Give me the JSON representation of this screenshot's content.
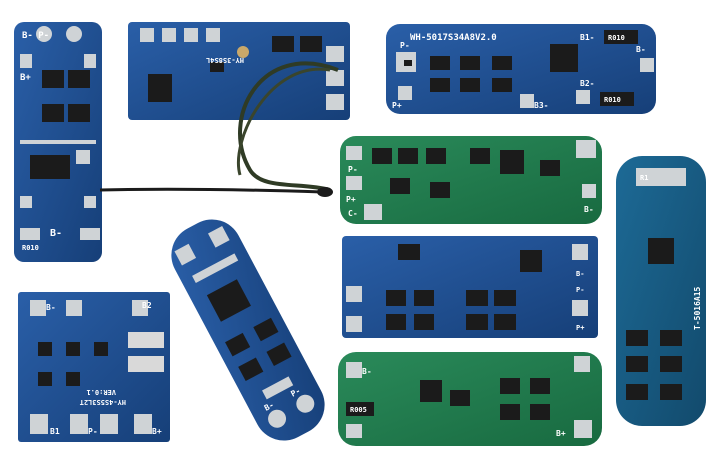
{
  "colors": {
    "background": "#ffffff",
    "pcb_blue": "#1c4f93",
    "pcb_blue_dark": "#163f78",
    "pcb_teal": "#17557d",
    "pcb_green": "#1f7a4c",
    "pad_silver": "#cfd3d6",
    "chip_black": "#1b1b1b",
    "wire": "#2f3b25"
  },
  "boards": {
    "b1": {
      "marking_top": "B-  P-",
      "marking_mid": "B+",
      "marking_bottom": "B-",
      "resistor": "R010"
    },
    "b2": {
      "marking": "HY-3S8S4L"
    },
    "b3": {
      "marking": "WH-5017S34A8V2.0",
      "pads": [
        "P-",
        "P+",
        "B3-",
        "B2-",
        "B1-",
        "B-"
      ],
      "resistor_top": "R010",
      "resistor_bottom": "R010"
    },
    "b4": {
      "pads": [
        "P-",
        "P+",
        "C-",
        "B-"
      ]
    },
    "b5": {
      "pads": [
        "B-",
        "P-",
        "P+"
      ]
    },
    "b6": {
      "pads": [
        "B-",
        "B+"
      ],
      "resistor": "R005"
    },
    "b7": {
      "marking": "HY-4S5S3L2T",
      "version": "VER:0.1",
      "pads": [
        "B-",
        "B2",
        "B1",
        "P-",
        "B+"
      ]
    },
    "b8": {
      "marking": "T-5016A15",
      "resistor": "R1"
    },
    "b9": {
      "pads": [
        "B-",
        "P-"
      ]
    }
  }
}
